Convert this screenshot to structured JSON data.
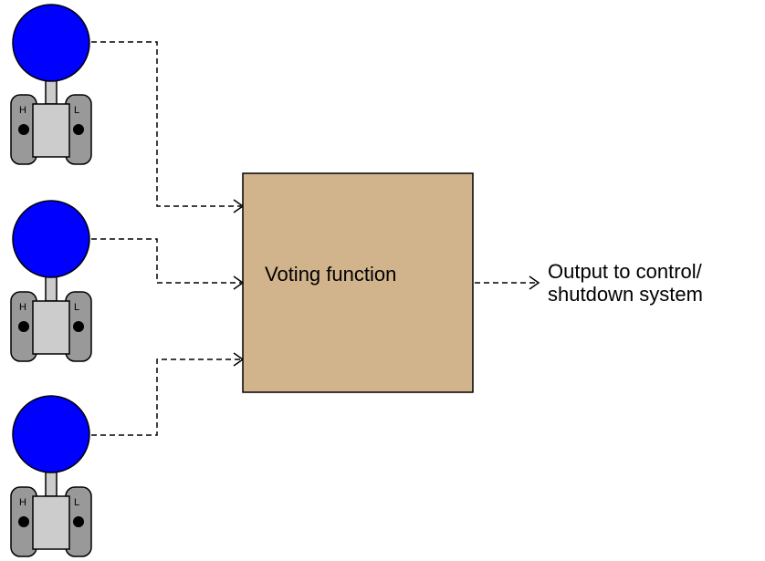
{
  "transmitters": [
    {
      "high_port_label": "H",
      "low_port_label": "L"
    },
    {
      "high_port_label": "H",
      "low_port_label": "L"
    },
    {
      "high_port_label": "H",
      "low_port_label": "L"
    }
  ],
  "voting_box": {
    "label": "Voting function"
  },
  "output": {
    "line1": "Output to control/",
    "line2": "shutdown system"
  },
  "colors": {
    "transmitter_head": "#0000ff",
    "transmitter_body": "#cccccc",
    "transmitter_flange": "#999999",
    "voting_box_fill": "#d2b48c",
    "line": "#000000"
  }
}
